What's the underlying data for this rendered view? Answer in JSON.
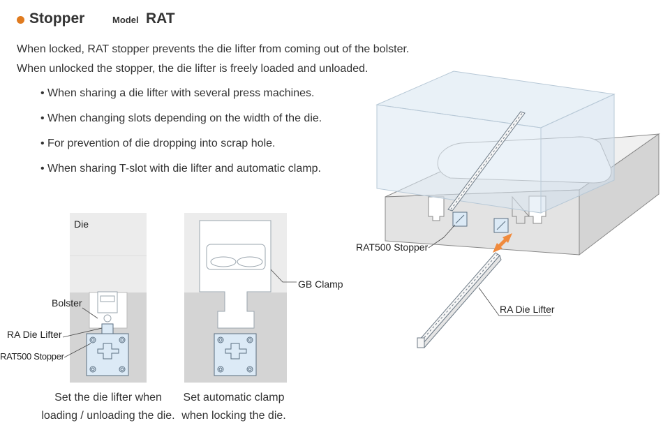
{
  "header": {
    "title": "Stopper",
    "model_label": "Model",
    "model_value": "RAT",
    "accent_color": "#e07b1f"
  },
  "description": [
    "When locked, RAT stopper prevents the die lifter from coming out of the bolster.",
    "When unlocked the stopper, the die lifter is freely loaded and unloaded."
  ],
  "bullets": [
    "When sharing a die lifter with several press machines.",
    "When changing slots depending on the width of the die.",
    "For prevention of die dropping into scrap hole.",
    "When sharing T-slot with die lifter and automatic clamp."
  ],
  "diagram_left": {
    "die": "Die",
    "bolster": "Bolster",
    "ra_die_lifter": "RA Die Lifter",
    "rat500_stopper": "RAT500 Stopper",
    "caption": [
      "Set the die lifter when",
      "loading / unloading the die."
    ]
  },
  "diagram_middle": {
    "gb_clamp": "GB Clamp",
    "caption": [
      "Set automatic clamp",
      "when locking the die."
    ]
  },
  "diagram_right": {
    "rat500_stopper": "RAT500  Stopper",
    "ra_die_lifter": "RA Die Lifter"
  },
  "colors": {
    "gray_fill": "#d4d4d4",
    "light_gray": "#ececec",
    "part_blue": "#dceaf6",
    "part_outline": "#5a6e80",
    "arrow_orange": "#f08a3c"
  }
}
